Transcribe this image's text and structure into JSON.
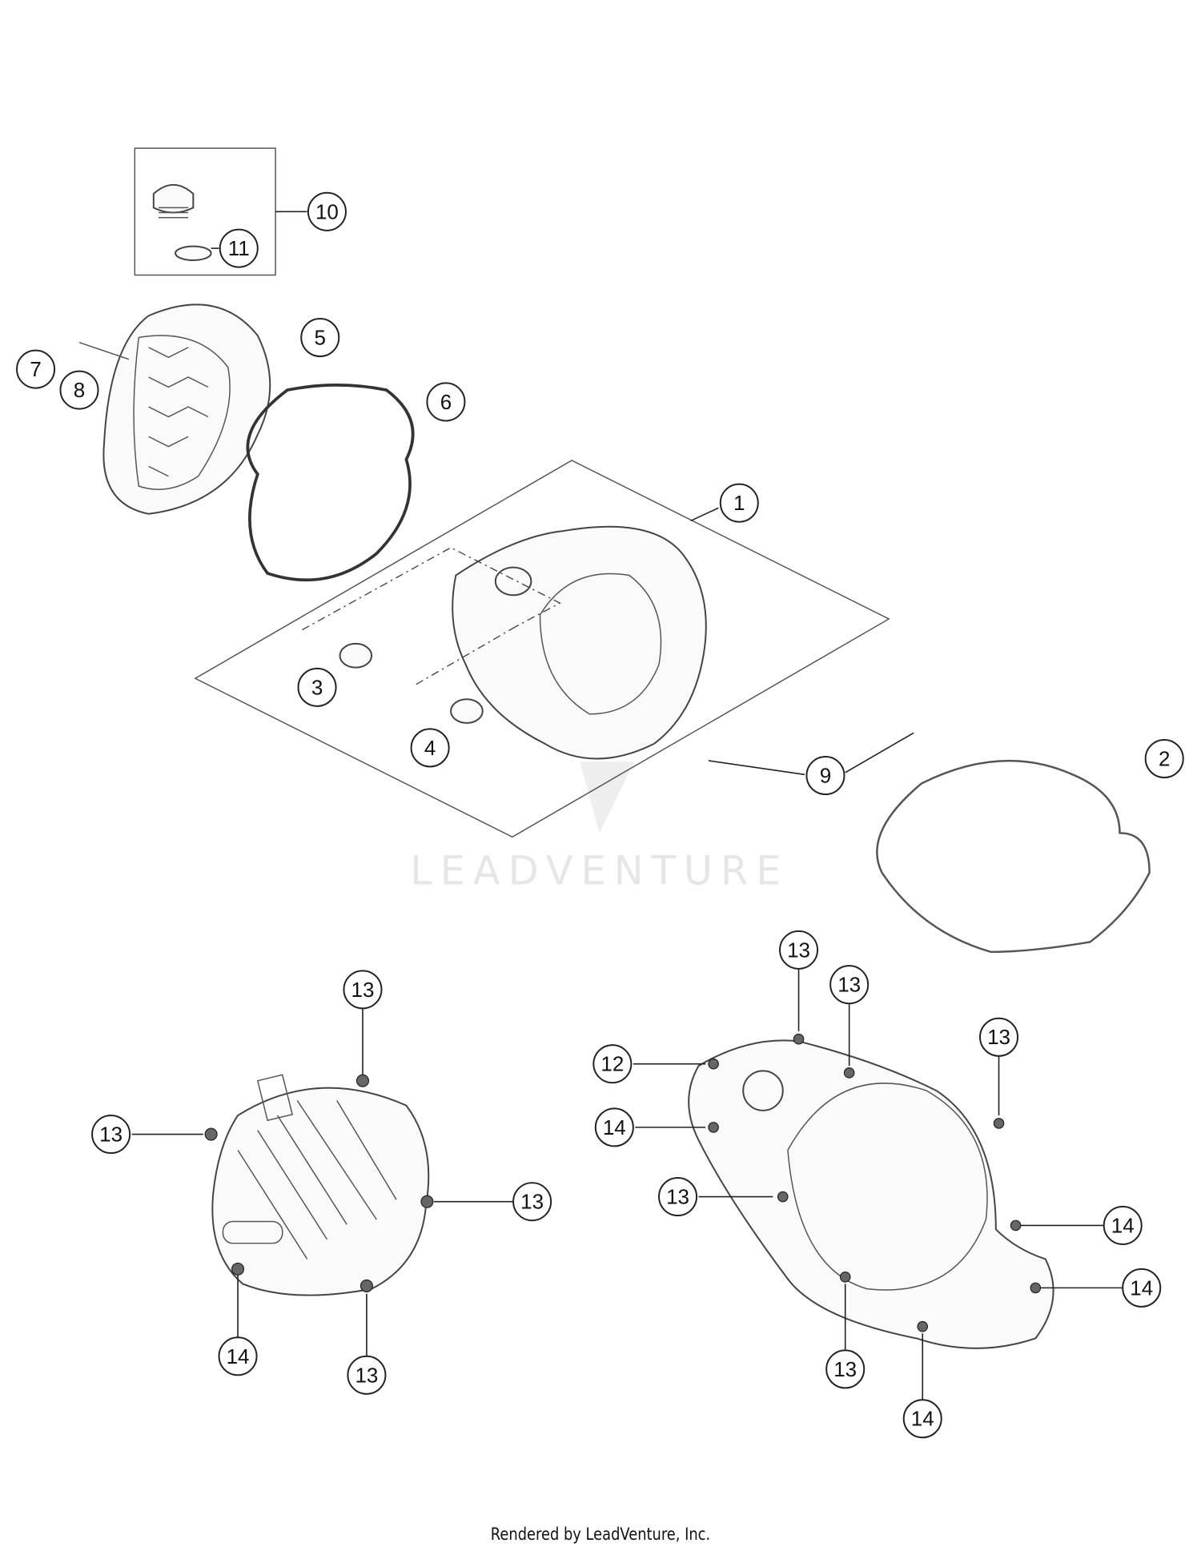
{
  "watermark": "LEADVENTURE",
  "footer": "Rendered by LeadVenture, Inc.",
  "callouts": [
    {
      "label": "10"
    },
    {
      "label": "11"
    },
    {
      "label": "5"
    },
    {
      "label": "7"
    },
    {
      "label": "8"
    },
    {
      "label": "6"
    },
    {
      "label": "1"
    },
    {
      "label": "3"
    },
    {
      "label": "4"
    },
    {
      "label": "9"
    },
    {
      "label": "2"
    },
    {
      "label": "13"
    },
    {
      "label": "13"
    },
    {
      "label": "13"
    },
    {
      "label": "13"
    },
    {
      "label": "14"
    },
    {
      "label": "13"
    },
    {
      "label": "13"
    },
    {
      "label": "13"
    },
    {
      "label": "13"
    },
    {
      "label": "13"
    },
    {
      "label": "12"
    },
    {
      "label": "14"
    },
    {
      "label": "14"
    },
    {
      "label": "14"
    },
    {
      "label": "14"
    }
  ]
}
